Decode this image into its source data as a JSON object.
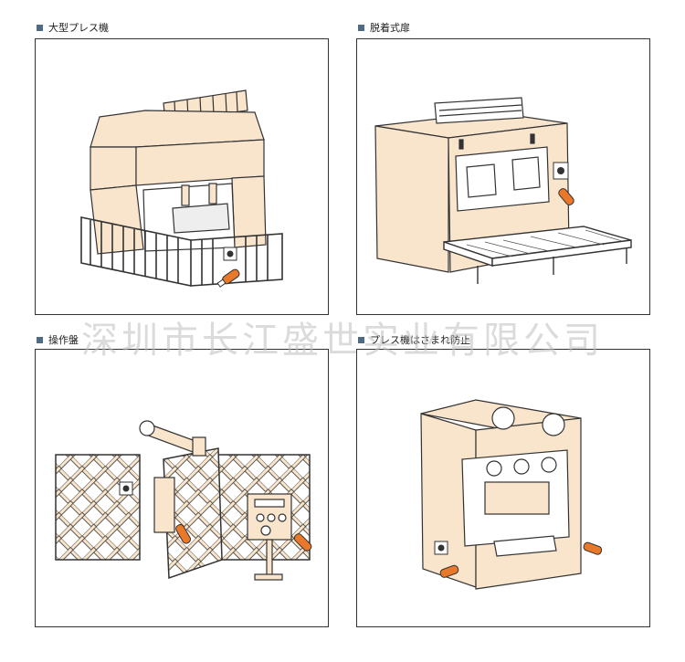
{
  "panels": [
    {
      "caption": "大型プレス機",
      "icon": "square-bullet-icon"
    },
    {
      "caption": "脱着式扉",
      "icon": "square-bullet-icon"
    },
    {
      "caption": "操作盤",
      "icon": "square-bullet-icon"
    },
    {
      "caption": "プレス機はさまれ防止",
      "icon": "square-bullet-icon"
    }
  ],
  "watermark": "深圳市长江盛世实业有限公司",
  "colors": {
    "machine_fill": "#f9e5cc",
    "sensor_orange": "#e8782a",
    "outline": "#333333",
    "bullet": "#4e6a86"
  }
}
